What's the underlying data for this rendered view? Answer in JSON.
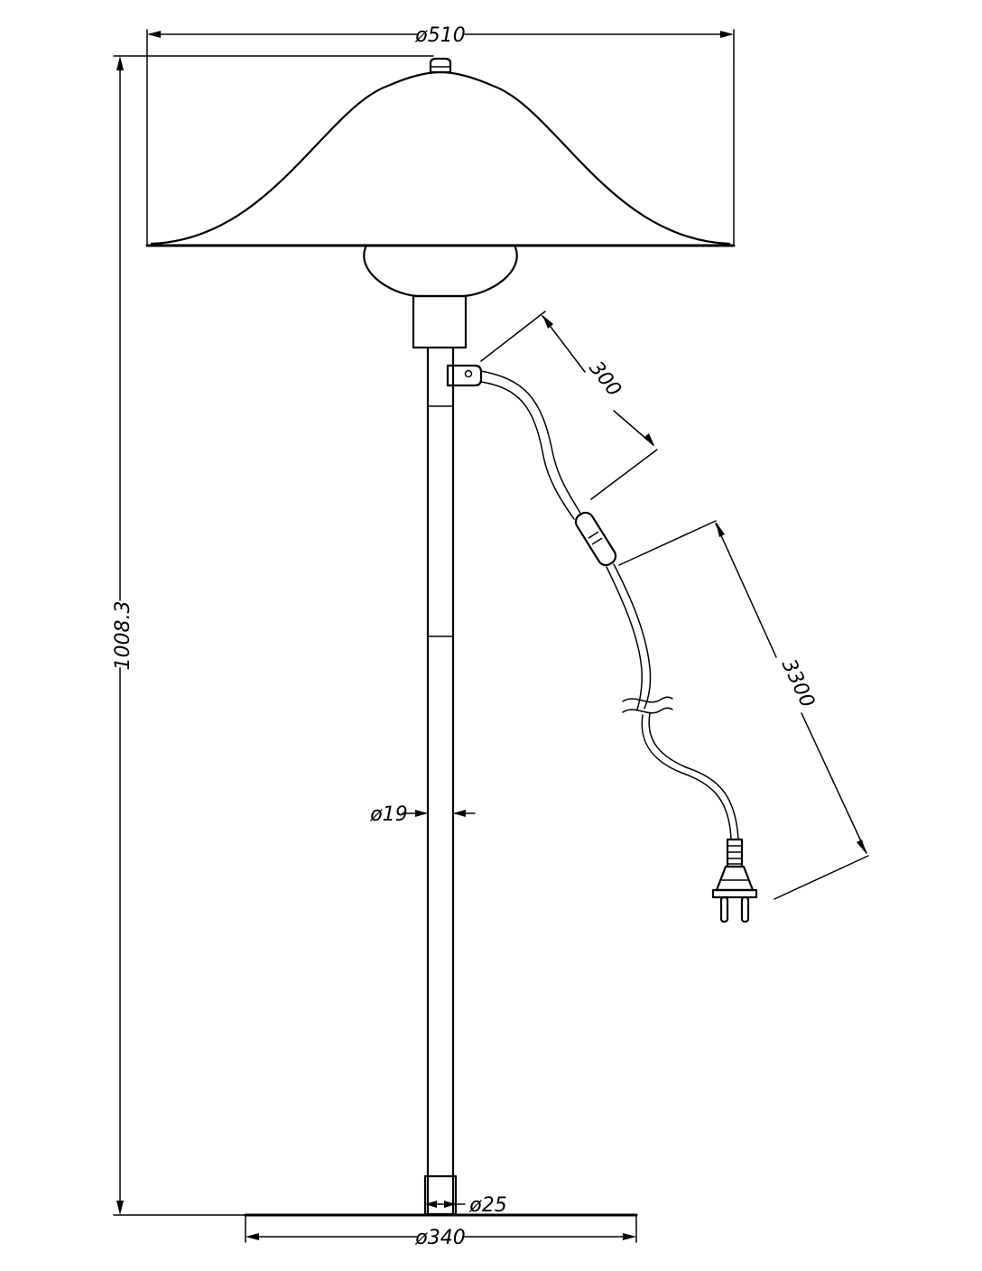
{
  "dimensions": {
    "shade_diameter": "ø510",
    "total_height": "1008.3",
    "cord_to_switch": "300",
    "switch_to_plug": "3300",
    "stem_diameter": "ø19",
    "stem_base_diameter": "ø25",
    "base_diameter": "ø340"
  },
  "colors": {
    "line": "#000000",
    "background": "#ffffff"
  }
}
